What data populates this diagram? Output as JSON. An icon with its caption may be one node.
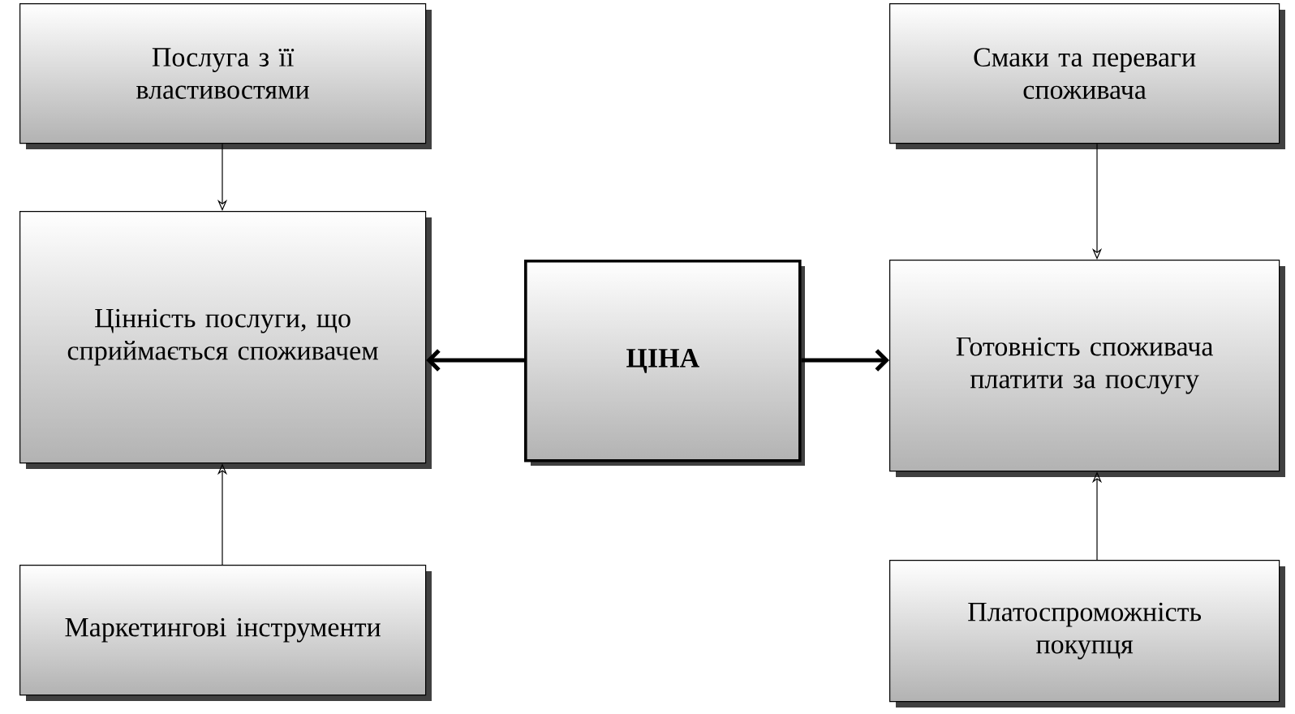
{
  "diagram": {
    "nodes": [
      {
        "text": [
          "Послуга з її властивостями"
        ]
      },
      {
        "text": [
          "Смаки та переваги споживача"
        ]
      },
      {
        "text": [
          "Цінність послуги, що сприймається споживачем"
        ]
      },
      {
        "text": [
          "ЦІНА"
        ]
      },
      {
        "text": [
          "Готовність споживача платити за послугу"
        ]
      },
      {
        "text": [
          "Маркетингові інструменти"
        ]
      },
      {
        "text": [
          "Платоспроможність покупця"
        ]
      }
    ],
    "edges": [
      {
        "from": 0,
        "to": 2,
        "arrow": "to"
      },
      {
        "from": 1,
        "to": 4,
        "arrow": "to"
      },
      {
        "from": 3,
        "to": 2,
        "arrow": "to",
        "style": "thick"
      },
      {
        "from": 3,
        "to": 4,
        "arrow": "to",
        "style": "thick"
      },
      {
        "from": 5,
        "to": 2,
        "arrow": "to"
      },
      {
        "from": 6,
        "to": 4,
        "arrow": "to"
      }
    ]
  }
}
